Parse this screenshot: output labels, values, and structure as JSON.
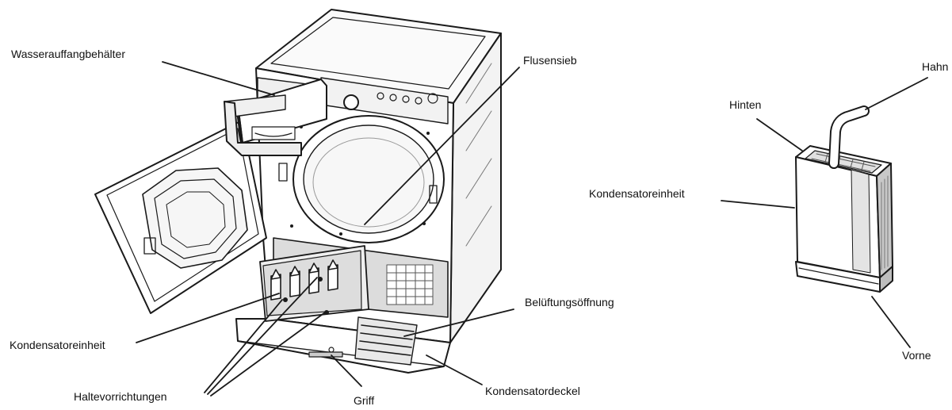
{
  "labels": {
    "wasserauffangbehaelter": "Wasserauffangbehälter",
    "flusensieb": "Flusensieb",
    "hahn": "Hahn",
    "hinten": "Hinten",
    "kondensatoreinheit_right": "Kondensatoreinheit",
    "belueftungsoeffnung": "Belüftungsöffnung",
    "kondensatoreinheit_left": "Kondensatoreinheit",
    "vorne": "Vorne",
    "kondensatordeckel": "Kondensatordeckel",
    "haltevorrichtungen": "Haltevorrichtungen",
    "griff": "Griff"
  },
  "colors": {
    "line": "#1a1a1a",
    "shade": "#d9d9d9",
    "dark_shade": "#9a9a9a"
  }
}
